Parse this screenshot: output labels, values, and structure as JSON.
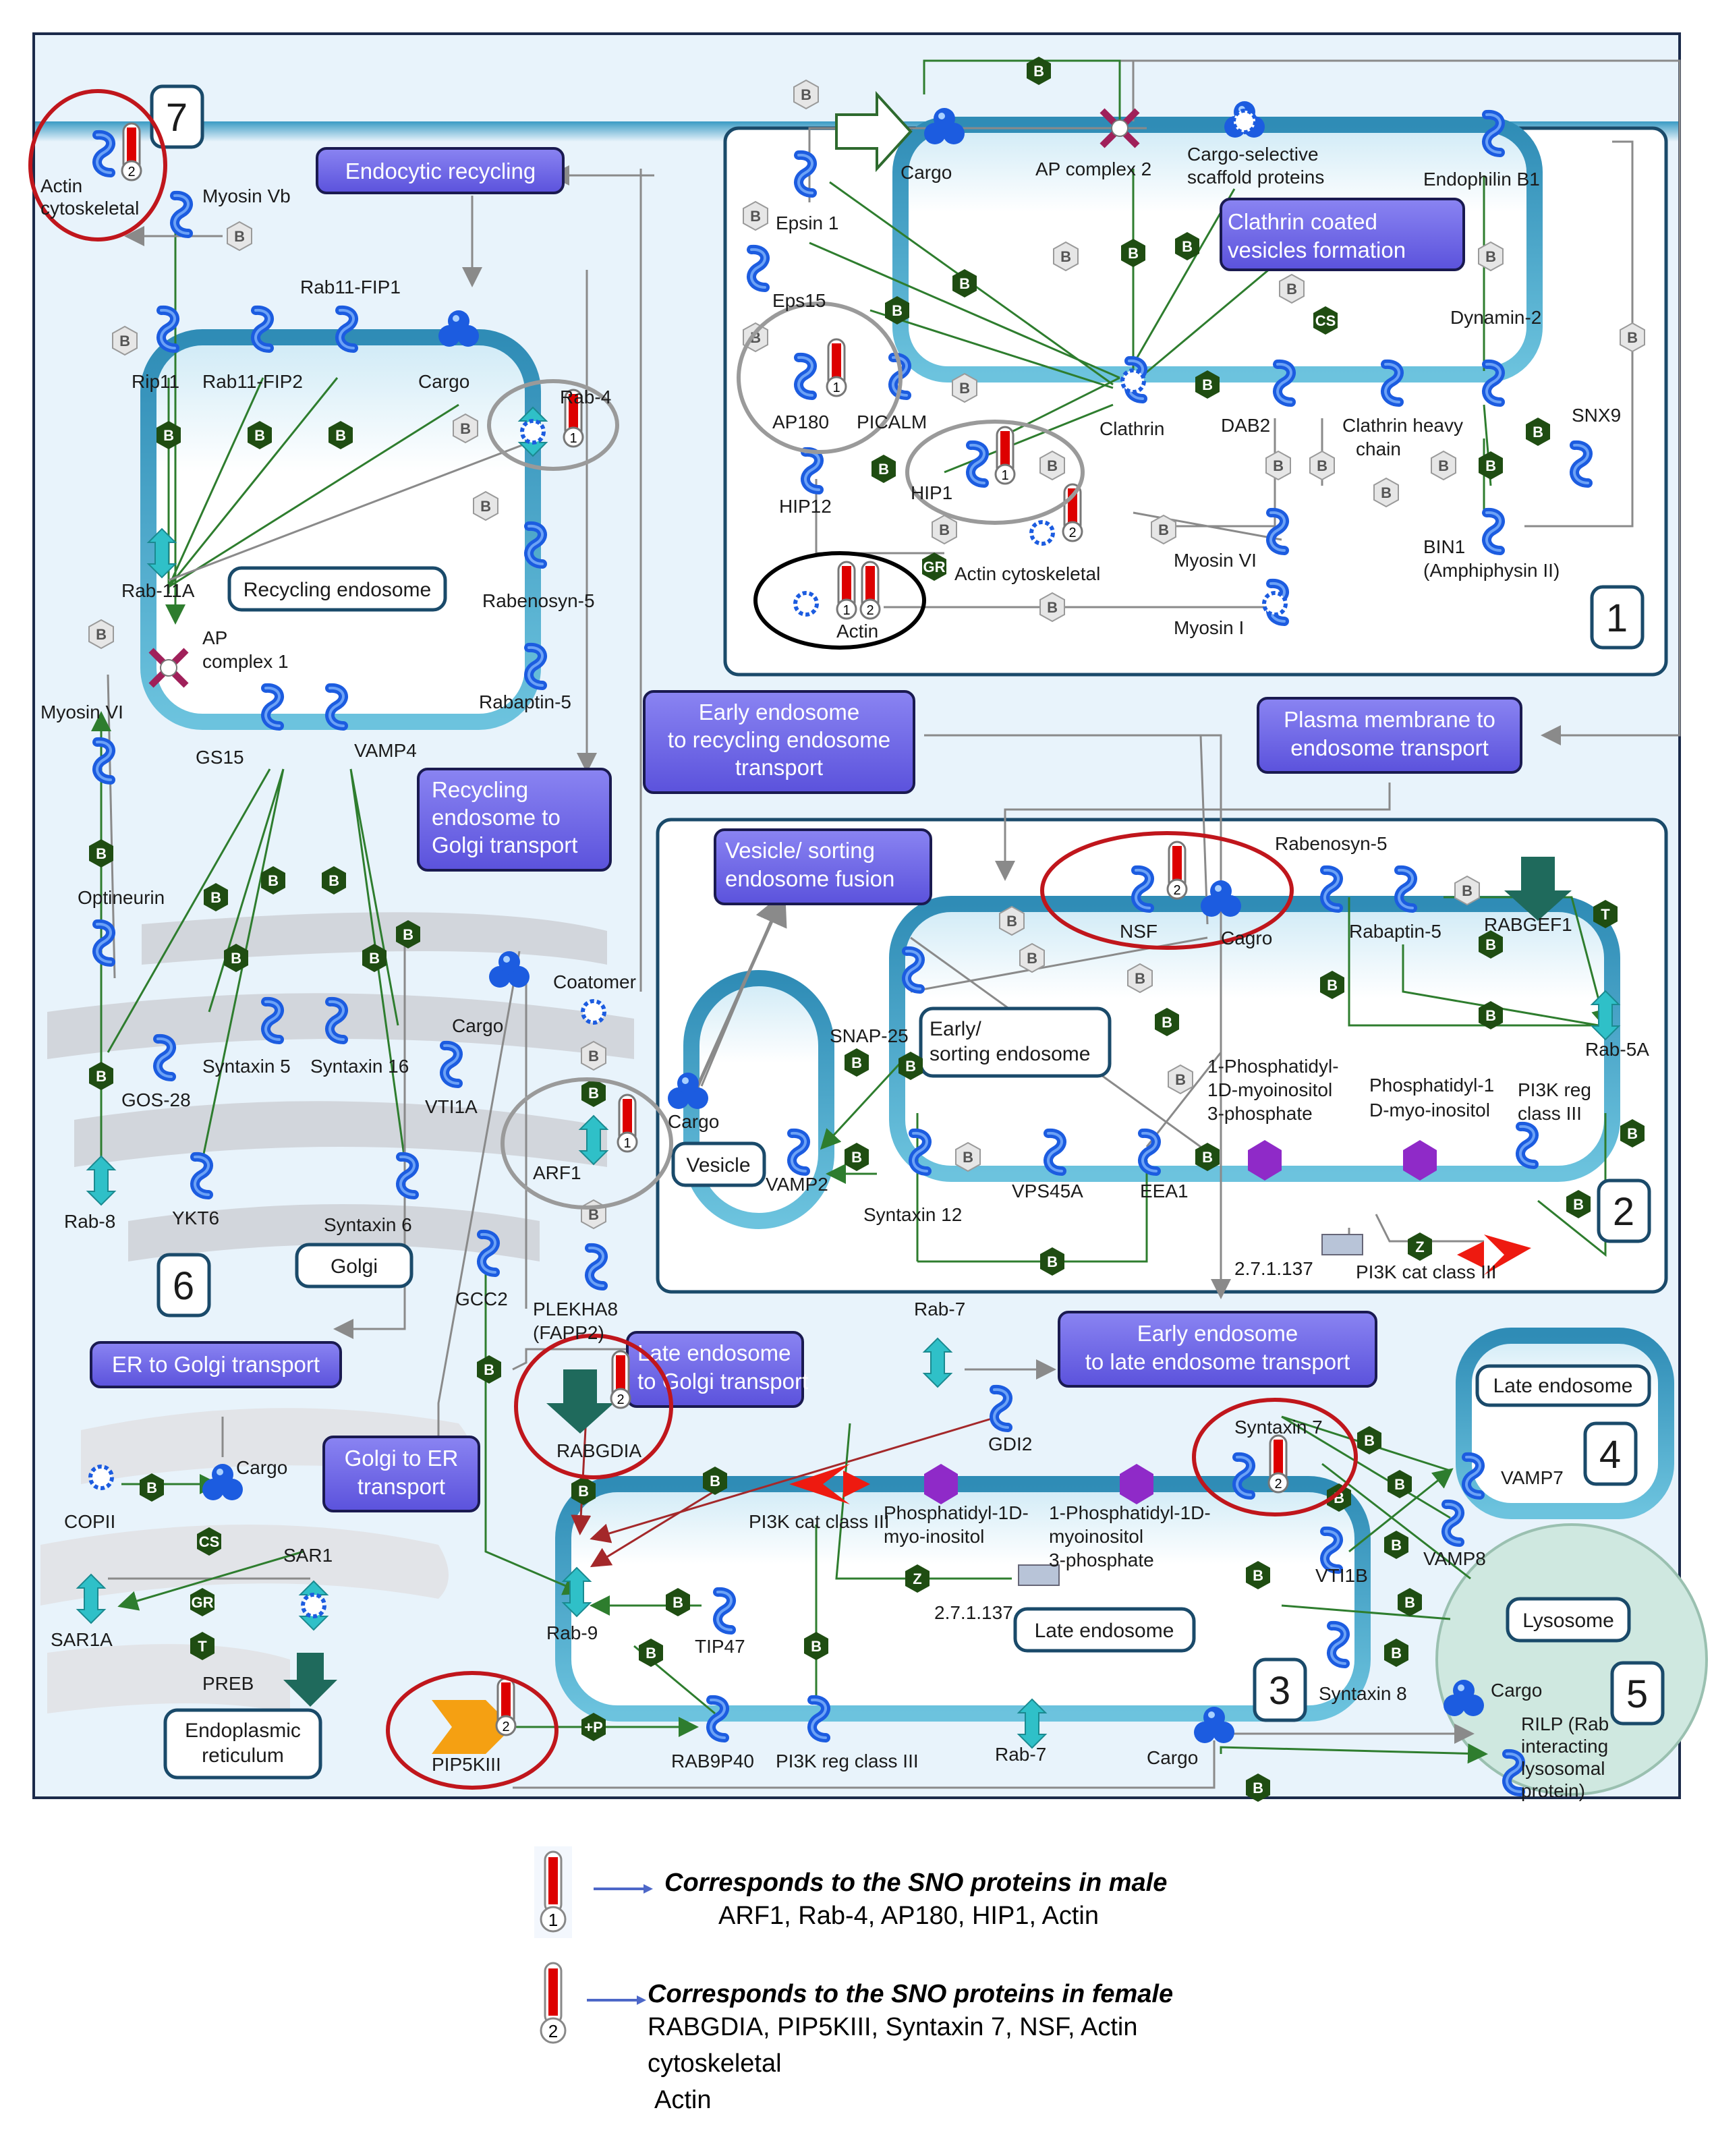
{
  "diagram": {
    "compartments": [
      {
        "id": "c1",
        "number": "1"
      },
      {
        "id": "c2",
        "number": "2"
      },
      {
        "id": "c3",
        "number": "3"
      },
      {
        "id": "c4",
        "number": "4"
      },
      {
        "id": "c5",
        "number": "5"
      },
      {
        "id": "c6",
        "number": "6"
      },
      {
        "id": "c7",
        "number": "7"
      }
    ],
    "processes": {
      "endocytic_recycling": "Endocytic recycling",
      "clathrin_vesicles": [
        "Clathrin coated",
        "vesicles formation"
      ],
      "early_to_recycling": [
        "Early endosome",
        "to recycling endosome",
        "transport"
      ],
      "plasma_to_endosome": [
        "Plasma membrane to",
        "endosome transport"
      ],
      "recycling_to_golgi": [
        "Recycling",
        "endosome to",
        "Golgi transport"
      ],
      "vesicle_fusion": [
        "Vesicle/ sorting",
        "endosome fusion"
      ],
      "er_to_golgi": "ER to Golgi transport",
      "golgi_to_er": [
        "Golgi to ER",
        "transport"
      ],
      "late_to_golgi": [
        "Late endosome",
        "to Golgi transport"
      ],
      "early_to_late": [
        "Early endosome",
        "to late endosome transport"
      ]
    },
    "compartment_labels": {
      "recycling_endosome": "Recycling endosome",
      "early_sorting": [
        "Early/",
        "sorting endosome"
      ],
      "vesicle": "Vesicle",
      "late_endosome_main": "Late endosome",
      "late_endosome_box": "Late endosome",
      "lysosome": "Lysosome",
      "golgi": "Golgi",
      "er": [
        "Endoplasmic",
        "reticulum"
      ]
    },
    "nodes": {
      "actin_cytoskeletal_7": [
        "Actin",
        "cytoskeletal"
      ],
      "myosin_vb": "Myosin Vb",
      "rab11_fip1": "Rab11-FIP1",
      "rip11": "Rip11",
      "rab11_fip2": "Rab11-FIP2",
      "cargo_re": "Cargo",
      "rab4": "Rab-4",
      "rab11a": "Rab-11A",
      "rabenosyn5_re": "Rabenosyn-5",
      "ap_complex1": [
        "AP",
        "complex 1"
      ],
      "rabaptin5_re": "Rabaptin-5",
      "myosin_vi_left": "Myosin VI",
      "gs15": "GS15",
      "vamp4": "VAMP4",
      "optineurin": "Optineurin",
      "coatomer": "Coatomer",
      "cargo_golgi": "Cargo",
      "syntaxin5": "Syntaxin 5",
      "syntaxin16": "Syntaxin 16",
      "gos28": "GOS-28",
      "vti1a": "VTI1A",
      "arf1": "ARF1",
      "rab8": "Rab-8",
      "ykt6": "YKT6",
      "syntaxin6": "Syntaxin 6",
      "gcc2": "GCC2",
      "plekha8": [
        "PLEKHA8",
        "(FAPP2)"
      ],
      "cargo_er": "Cargo",
      "copii": "COPII",
      "sar1": "SAR1",
      "sar1a": "SAR1A",
      "preb": "PREB",
      "rabgdia": "RABGDIA",
      "pip5kiii": "PIP5KIII",
      "epsin1": "Epsin 1",
      "cargo_cl": "Cargo",
      "ap_complex2": "AP complex 2",
      "cargo_scaffold": [
        "Cargo-selective",
        "scaffold proteins"
      ],
      "endophilin_b1": "Endophilin B1",
      "eps15": "Eps15",
      "dynamin2": "Dynamin-2",
      "ap180": "AP180",
      "picalm": "PICALM",
      "clathrin": "Clathrin",
      "dab2": "DAB2",
      "clathrin_heavy": [
        "Clathrin heavy",
        "chain"
      ],
      "snx9": "SNX9",
      "hip12": "HIP12",
      "hip1": "HIP1",
      "actin_cytoskeletal_1": "Actin cytoskeletal",
      "myosin_vi_1": "Myosin VI",
      "bin1": [
        "BIN1",
        "(Amphiphysin II)"
      ],
      "actin": "Actin",
      "myosin_i": "Myosin I",
      "rabenosyn5_ee": "Rabenosyn-5",
      "nsf": "NSF",
      "cagro": "Cagro",
      "rabaptin5_ee": "Rabaptin-5",
      "rabgef1": "RABGEF1",
      "snap25": "SNAP-25",
      "rab5a": "Rab-5A",
      "pi3p_1": [
        "1-Phosphatidyl-",
        "1D-myoinositol",
        "3-phosphate"
      ],
      "pi_1": [
        "Phosphatidyl-1",
        "D-myo-inositol"
      ],
      "pi3k_reg_2": [
        "PI3K reg",
        "class III"
      ],
      "cargo_vesicle": "Cargo",
      "vamp2": "VAMP2",
      "syntaxin12": "Syntaxin 12",
      "vps45a": "VPS45A",
      "eea1": "EEA1",
      "enz_2": "2.7.1.137",
      "pi3k_cat_2": "PI3K cat class III",
      "rab7_top": "Rab-7",
      "gdi2": "GDI2",
      "syntaxin7": "Syntaxin 7",
      "vamp7": "VAMP7",
      "pi3k_cat_3": "PI3K cat class III",
      "pi_3": [
        "Phosphatidyl-1D-",
        "myo-inositol"
      ],
      "pi3p_3": [
        "1-Phosphatidyl-1D-",
        "myoinositol",
        "3-phosphate"
      ],
      "vti1b": "VTI1B",
      "vamp8": "VAMP8",
      "rab9": "Rab-9",
      "tip47": "TIP47",
      "enz_3": "2.7.1.137",
      "syntaxin8": "Syntaxin 8",
      "cargo_lys": "Cargo",
      "rilp": [
        "RILP (Rab",
        "interacting",
        "lysosomal",
        "protein)"
      ],
      "rab9p40": "RAB9P40",
      "pi3k_reg_3": "PI3K reg class III",
      "rab7_bottom": "Rab-7",
      "cargo_le": "Cargo"
    },
    "badges": {
      "binding": "B",
      "transformation": "T",
      "catalysis": "Z",
      "phosphorylation": "+P",
      "gdp_gtp": "GR",
      "complex": "CS"
    },
    "thermometer_labels": {
      "male": "1",
      "female": "2"
    }
  },
  "legend": {
    "male": {
      "marker": "1",
      "title": "Corresponds to the SNO proteins in male",
      "items": "ARF1, Rab-4, AP180, HIP1, Actin"
    },
    "female": {
      "marker": "2",
      "title": "Corresponds to the SNO proteins in female",
      "items": [
        "RABGDIA, PIP5KIII, Syntaxin 7, NSF, Actin",
        "cytoskeletal",
        "Actin"
      ]
    }
  },
  "colors": {
    "membrane": "#3aa0c4",
    "cytoplasm": "#e8f3fb",
    "process_fill": "#7068e8",
    "marker_red": "#dd0000",
    "badge_green": "#1f4d12",
    "highlight_red": "#c0161c",
    "highlight_grey": "#9a9a9a",
    "highlight_black": "#000000",
    "protein_blue": "#1c5ce0"
  }
}
